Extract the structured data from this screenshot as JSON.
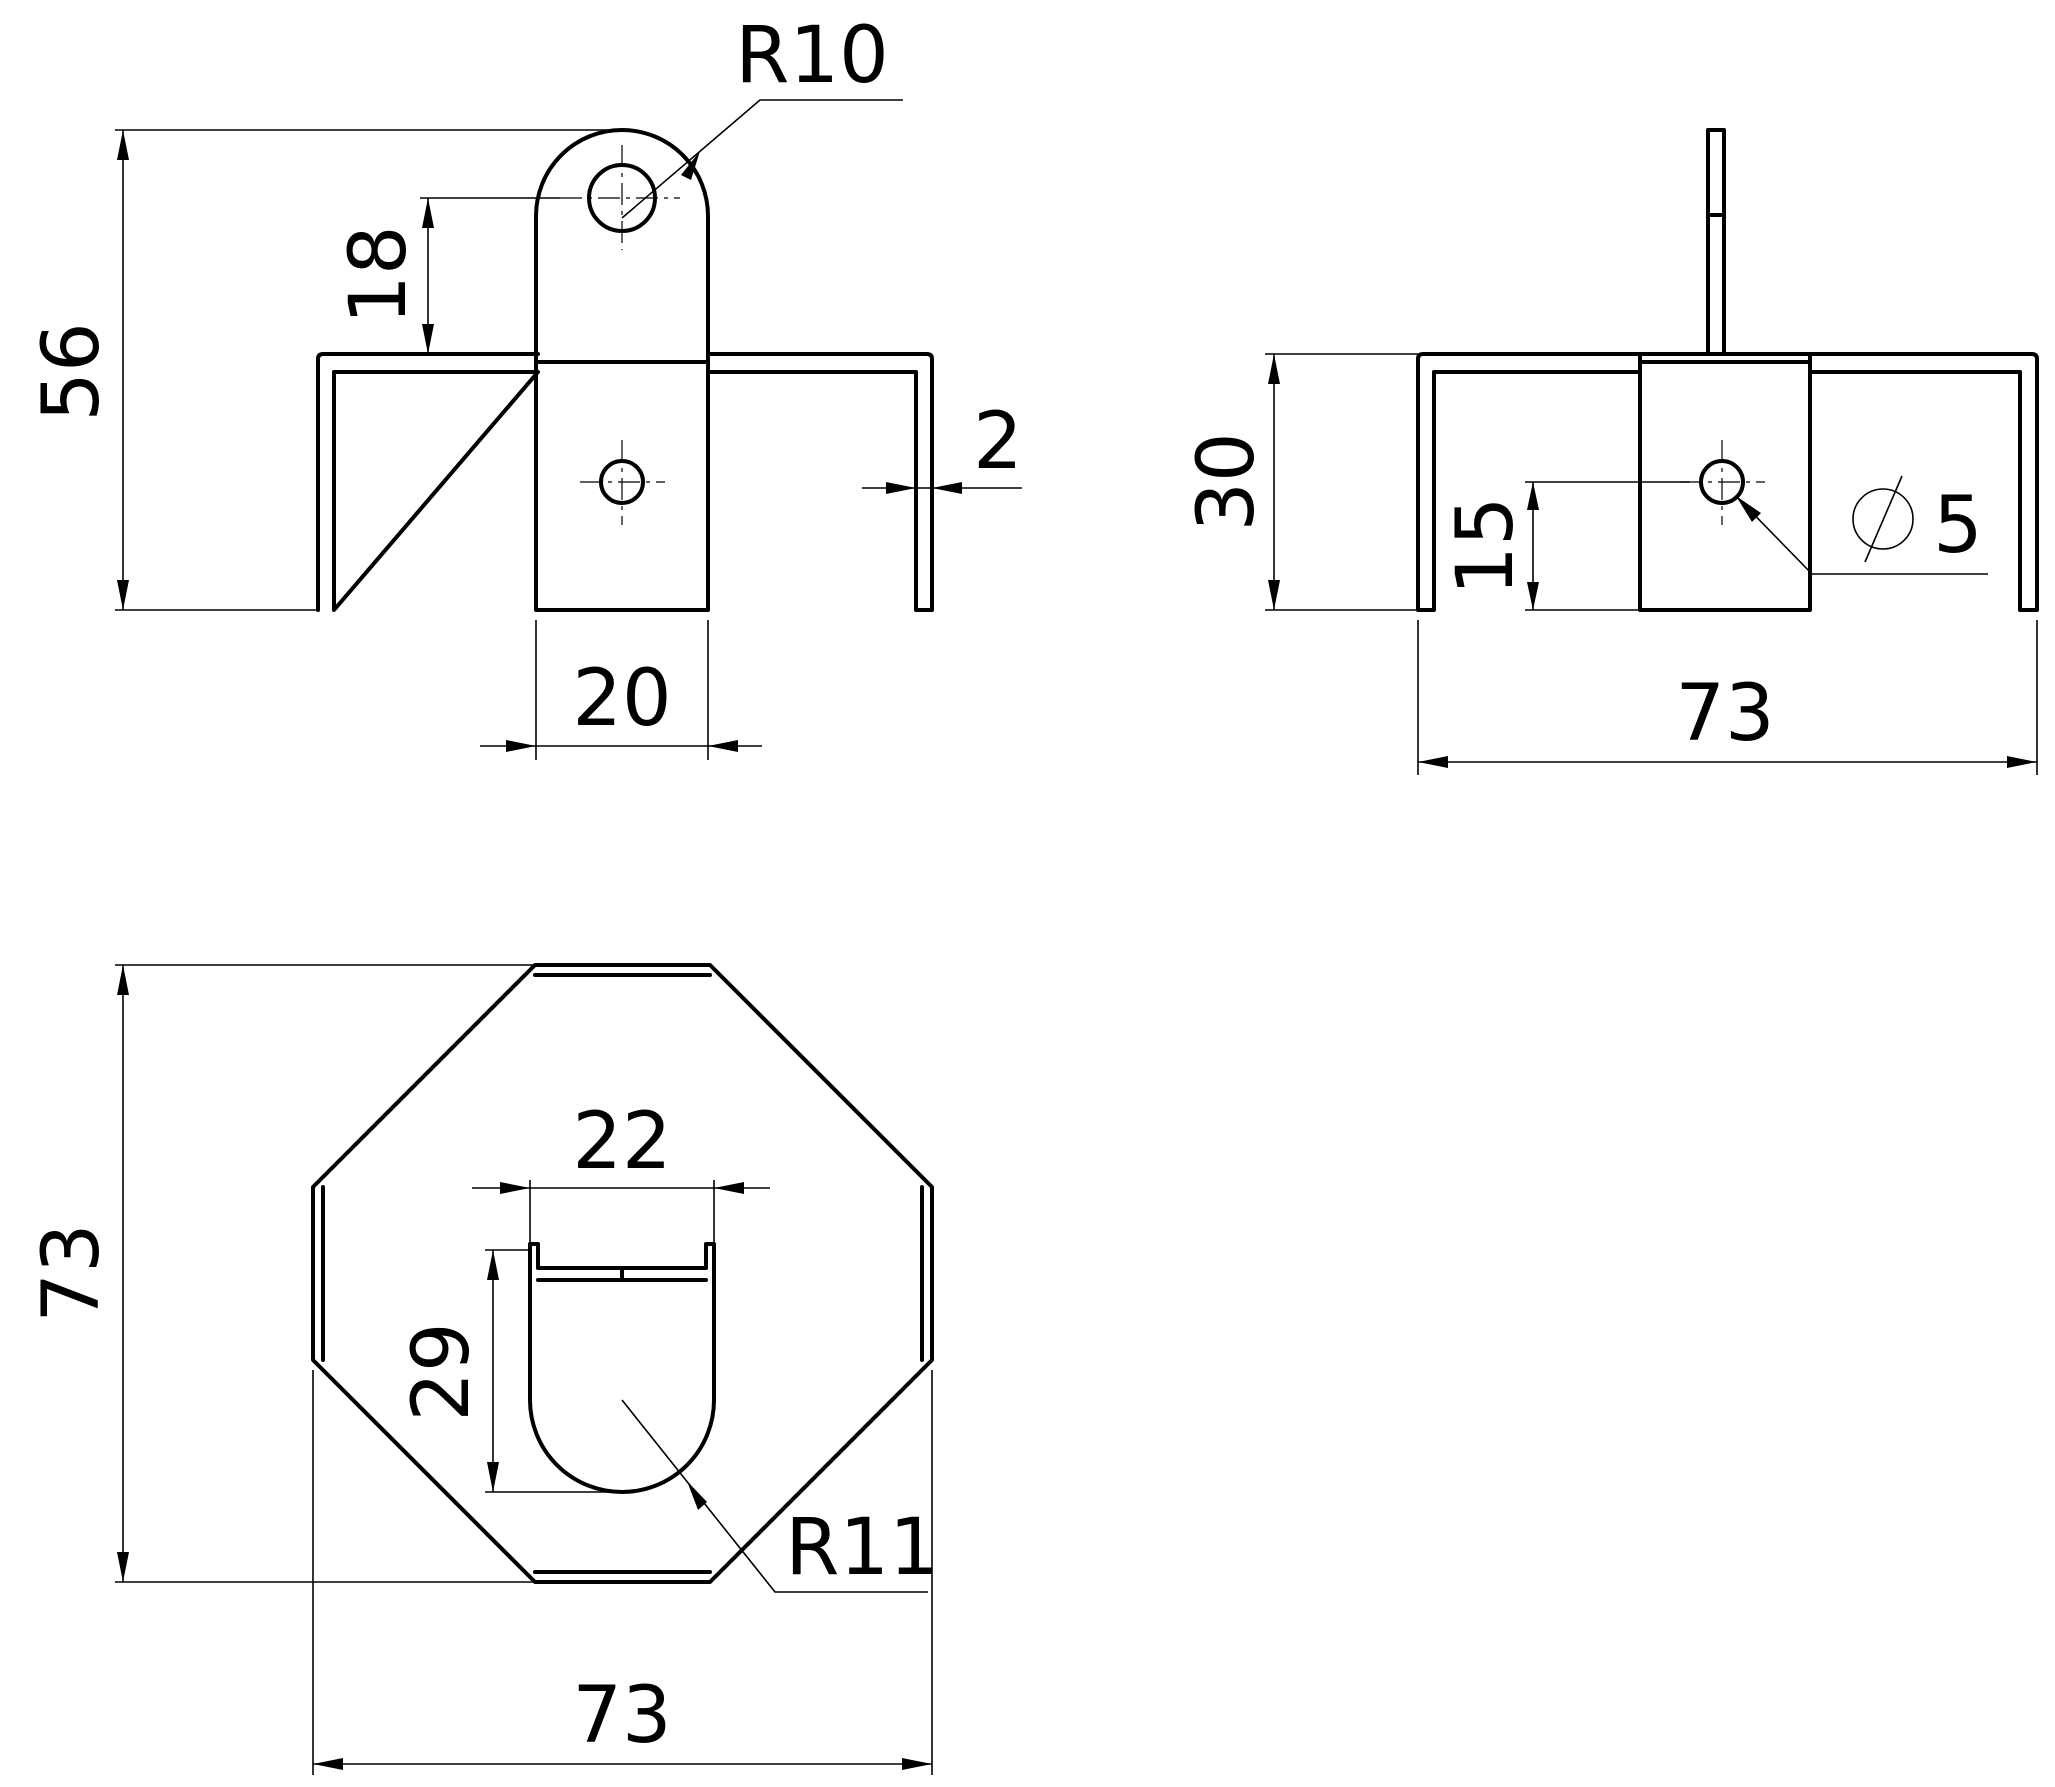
{
  "dimensions": {
    "front_height": "56",
    "lug_center_height": "18",
    "lug_radius": "R10",
    "lug_width": "20",
    "wall_thickness": "2",
    "side_height": "30",
    "hole_height": "15",
    "hole_diameter": "5",
    "side_width": "73",
    "top_height": "73",
    "top_width": "73",
    "slot_width": "22",
    "slot_length": "29",
    "slot_radius": "R11"
  },
  "colors": {
    "line": "#000000",
    "background": "#ffffff"
  }
}
